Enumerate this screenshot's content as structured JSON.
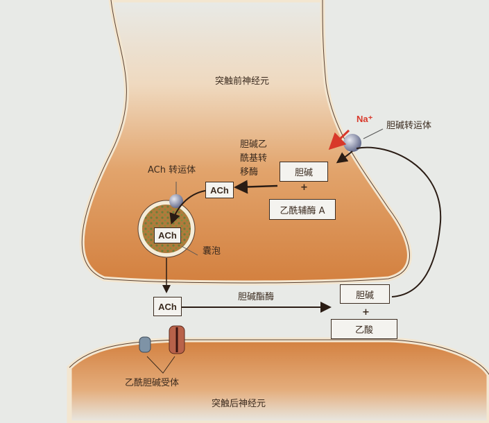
{
  "labels": {
    "presynaptic": "突触前神经元",
    "postsynaptic": "突触后神经元",
    "na_ion": "Na⁺",
    "choline_transporter": "胆碱转运体",
    "chat_enzyme": [
      "胆碱乙",
      "酰基转",
      "移酶"
    ],
    "ach_transporter": "ACh 转运体",
    "vesicle": "囊泡",
    "cholinesterase": "胆碱酯酶",
    "ach_receptor": "乙酰胆碱受体",
    "plus": "+"
  },
  "boxes": {
    "choline_in": "胆碱",
    "acetyl_coa": "乙酰辅酶 A",
    "ach_cytosol": "ACh",
    "ach_vesicle": "ACh",
    "ach_cleft": "ACh",
    "choline_out": "胆碱",
    "acetate": "乙酸"
  },
  "colors": {
    "background": "#e8eae7",
    "neuron_fill": "#d9894a",
    "na_red": "#d8382a"
  }
}
